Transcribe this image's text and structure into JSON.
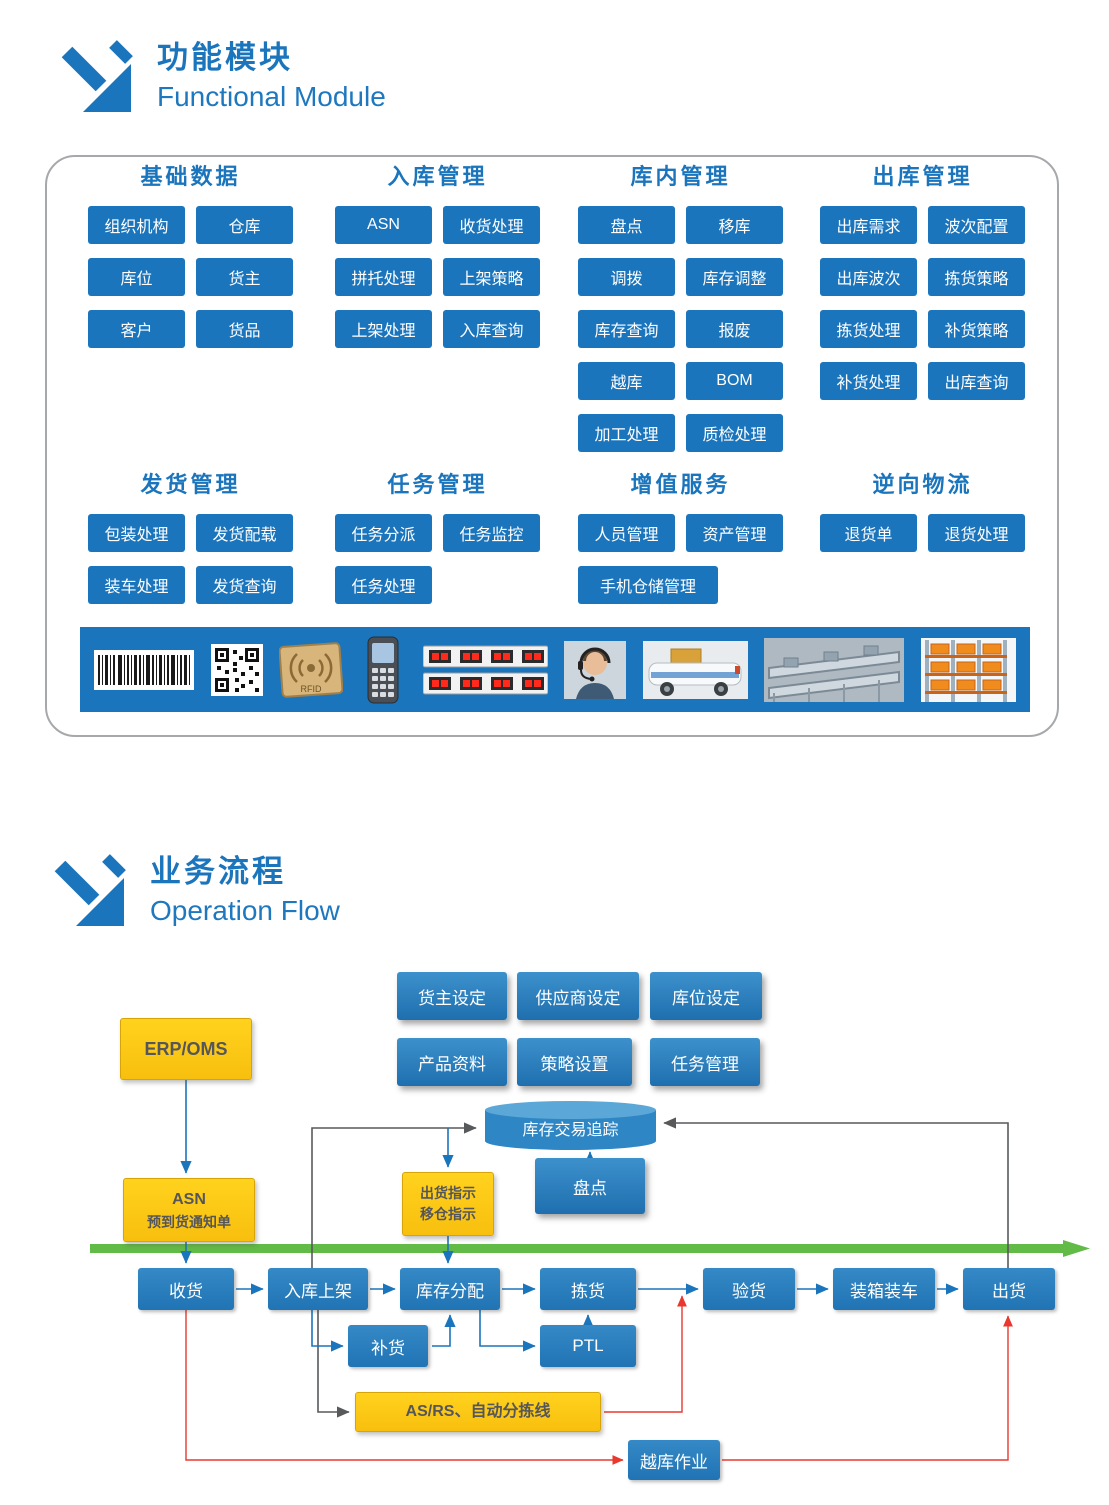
{
  "colors": {
    "primary_blue": "#1b75bc",
    "accent_yellow": "#fdc514",
    "flow_green": "#62bb46",
    "flow_red": "#e8382f",
    "flow_black": "#58595b"
  },
  "section_functional": {
    "title": "功能模块",
    "subtitle": "Functional Module",
    "groups": [
      {
        "name": "基础数据",
        "items": [
          "组织机构",
          "仓库",
          "库位",
          "货主",
          "客户",
          "货品"
        ]
      },
      {
        "name": "入库管理",
        "items": [
          "ASN",
          "收货处理",
          "拼托处理",
          "上架策略",
          "上架处理",
          "入库查询"
        ]
      },
      {
        "name": "库内管理",
        "items": [
          "盘点",
          "移库",
          "调拨",
          "库存调整",
          "库存查询",
          "报废",
          "越库",
          "BOM",
          "加工处理",
          "质检处理"
        ]
      },
      {
        "name": "出库管理",
        "items": [
          "出库需求",
          "波次配置",
          "出库波次",
          "拣货策略",
          "拣货处理",
          "补货策略",
          "补货处理",
          "出库查询"
        ]
      },
      {
        "name": "发货管理",
        "items": [
          "包装处理",
          "发货配载",
          "装车处理",
          "发货查询"
        ]
      },
      {
        "name": "任务管理",
        "items": [
          "任务分派",
          "任务监控",
          "任务处理"
        ]
      },
      {
        "name": "增值服务",
        "items": [
          "人员管理",
          "资产管理",
          "手机仓储管理"
        ]
      },
      {
        "name": "逆向物流",
        "items": [
          "退货单",
          "退货处理"
        ]
      }
    ],
    "equipment_icons": [
      "barcode",
      "qr-code",
      "rfid-tag",
      "handheld-terminal",
      "pick-to-light-modules",
      "call-center-operator",
      "agv-robot",
      "conveyor-sorting-line",
      "pallet-racking"
    ]
  },
  "section_flow": {
    "title": "业务流程",
    "subtitle": "Operation Flow",
    "erp": "ERP/OMS",
    "setup_boxes": [
      "货主设定",
      "供应商设定",
      "库位设定",
      "产品资料",
      "策略设置",
      "任务管理"
    ],
    "inventory_tracking": "库存交易追踪",
    "stocktake": "盘点",
    "asn": {
      "line1": "ASN",
      "line2": "预到货通知单"
    },
    "instruction": {
      "line1": "出货指示",
      "line2": "移仓指示"
    },
    "main_flow": [
      "收货",
      "入库上架",
      "库存分配",
      "拣货",
      "验货",
      "装箱装车",
      "出货"
    ],
    "replenish": "补货",
    "ptl": "PTL",
    "asrs": "AS/RS、自动分拣线",
    "cross_dock": "越库作业"
  }
}
